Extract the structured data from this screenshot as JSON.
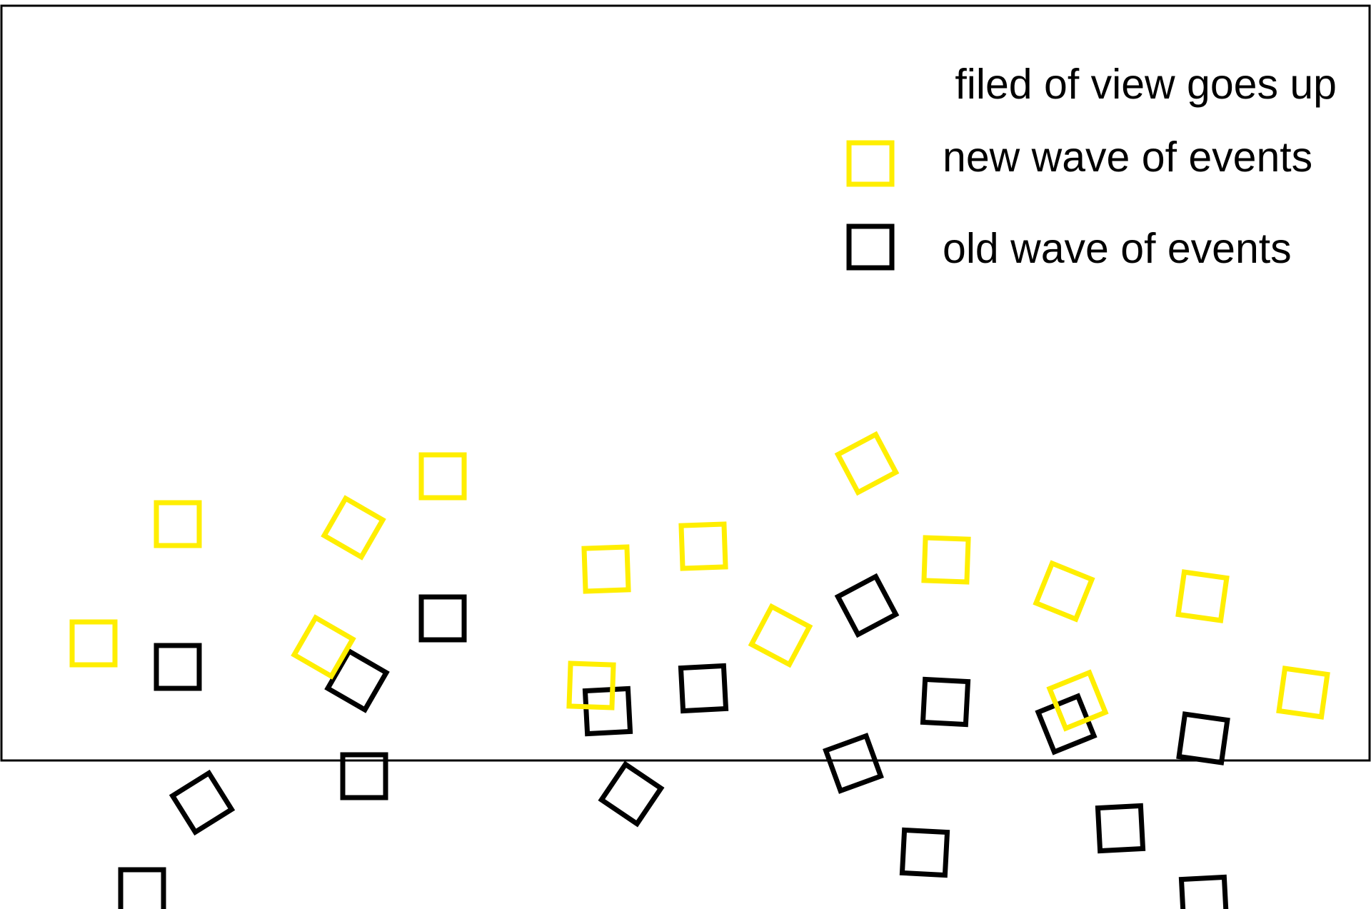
{
  "legend": {
    "title": "filed of view goes up",
    "new_label": "new wave of events",
    "old_label": "old wave of events"
  },
  "colors": {
    "new_wave": "#ffee00",
    "old_wave": "#000000",
    "frame": "#000000",
    "background": "#ffffff"
  }
}
